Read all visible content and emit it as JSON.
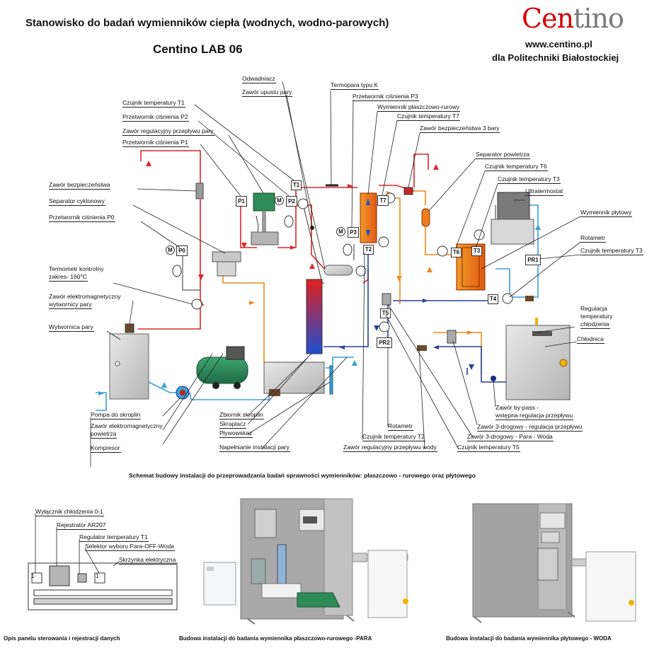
{
  "header": {
    "title": "Stanowisko do badań  wymienników ciepła (wodnych, wodno-parowych)",
    "subtitle": "Centino LAB 06",
    "logo_red": "Cen",
    "logo_grey": "tino",
    "website": "www.centino.pl",
    "client": "dla Politechniki Białostockiej"
  },
  "labels_left": {
    "zawor_bezp": "Zawór bezpieczeństwa",
    "separator_cykl": "Separator cyklonowy",
    "p0": "Przetwornik ciśnienia P0",
    "termometr": "Termometr kontrolny",
    "termometr2": "zakres- 160°C",
    "zawor_elektro": "Zawór elektromagnetyczny",
    "zawor_elektro2": "wytwornicy pary",
    "wytwornica": "Wytwornica pary",
    "pompa": "Pompa do skroplin",
    "zawor_elektro_pow": "Zawór elektromagnetyczny",
    "zawor_elektro_pow2": "powietrza",
    "kompresor": "Kompresor"
  },
  "labels_top": {
    "t1": "Czujnik temperatury T1",
    "p2": "Przetwornik ciśnienia P2",
    "zawor_reg": "Zawór regulacyjny przepływu pary",
    "p1": "Przetwornik ciśnienia P1",
    "odwadniacz": "Odwadniacz",
    "zawor_upustu": "Zawór upustu pary",
    "termopara": "Termopara typu K",
    "p3": "Przetwornik ciśnienia P3",
    "wymiennik_pl": "Wymiennik płaszczowo-rurowy",
    "t7": "Czujnik temperatury T7",
    "zawor_3bar": "Zawór bezpieczeństwa 3 bary",
    "sep_pow": "Separator powietrza",
    "t6": "Czujnik temperatury T6",
    "t3a": "Czujnik temperatury T3",
    "ultra": "Ultratermostat",
    "wym_plyt": "Wymiennik płytowy",
    "rotametr1": "Rotametr",
    "t3b": "Czujnik temperatury T3",
    "reg_temp": "Regulacja",
    "reg_temp2": "temperatury",
    "reg_temp3": "chłodzenia",
    "chlodnica": "Chłodnica"
  },
  "labels_bottom": {
    "zbiornik": "Zbiornik skroplin",
    "skraplacz": "Skraplacz",
    "plywak": "Pływowskaz",
    "napel": "Napełnianie instalacji pary",
    "rotametr2": "Rotametr",
    "t2": "Czujnik temperatury T2",
    "zawor_reg_wody": "Zawór regulacyjny przepływu wody",
    "t5": "Czujnik temperatury T5",
    "bypass": "Zawór by-pass -",
    "bypass2": "wstępna regulacja przepływu",
    "z3_reg": "Zawór 3-drogowy - regulacja przepływu",
    "z3_para": "Zawór 3-drogowy - Para - Woda"
  },
  "tags": {
    "P1": "P1",
    "P2": "P2",
    "P0": "P0",
    "P3": "P3",
    "T1": "T1",
    "T2": "T2",
    "T3": "T3",
    "T4": "T4",
    "T5": "T5",
    "T6": "T6",
    "T7": "T7",
    "PR1": "PR1",
    "PR2": "PR2",
    "M": "M"
  },
  "schema_caption": "Schemat budowy instalacji do przeprowadzania badań sprawności wymienników: płaszczowo - rurowego oraz płytowego",
  "panel": {
    "wylacznik": "Wyłącznik chłodzenia 0-1",
    "rejestrator": "Rejestrator AR207",
    "regulator": "Regulator temperatury T1",
    "selektor": "Selektor wyboru Para-OFF-Woda",
    "skrzynka": "Skrzynka elektryczna",
    "switch_symbol": "1·"
  },
  "captions": {
    "panel": "Opis panelu sterowania i rejestracji danych",
    "para": "Budowa instalacji do badania wymiennika płaszczowo-rurowego -PARA",
    "woda": "Budowa instalacji do badania wymiennika płytowego - WODA"
  },
  "colors": {
    "steam": "#d9262b",
    "water_hot": "#f08a1c",
    "water_cold": "#2a3f9b",
    "water_light": "#3aa0d5",
    "green": "#2e8b57",
    "orange_device": "#ef7d1f",
    "grey": "#bfbfbf"
  }
}
